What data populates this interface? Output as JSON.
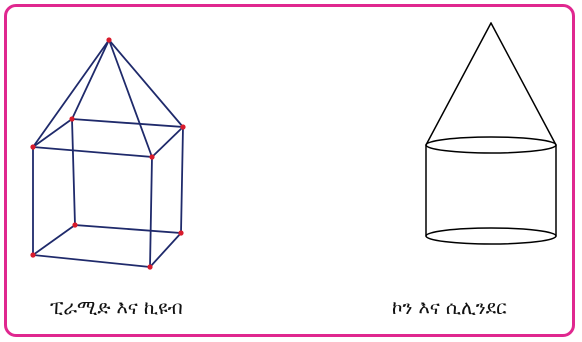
{
  "captions": {
    "left": "ፒራሚድ እና ኪዩብ",
    "right": "ኮን እና ሲሊንደር"
  },
  "colors": {
    "frame_border": "#e0278f",
    "pyramid_cube_edges": "#1f2a6b",
    "vertex_points": "#d81b2c",
    "cone_cylinder_edges": "#000000",
    "caption_text": "#111111"
  },
  "figures": {
    "left_shape": "pyramid-on-cube-wireframe",
    "right_shape": "cone-on-cylinder-outline"
  }
}
